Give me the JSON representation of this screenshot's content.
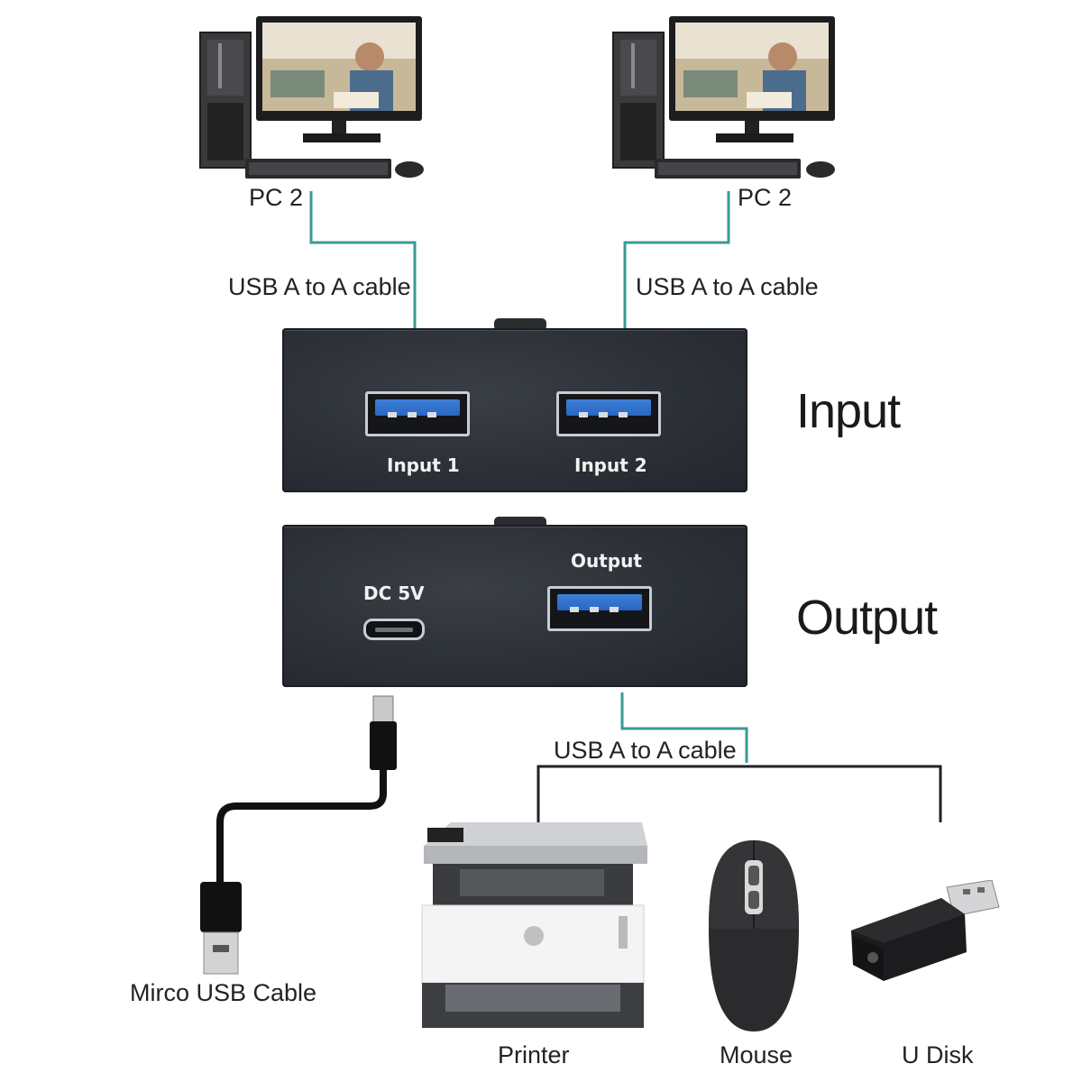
{
  "pcs": [
    {
      "label": "PC 2"
    },
    {
      "label": "PC 2"
    }
  ],
  "cables": {
    "left_input": "USB A to A cable",
    "right_input": "USB A to A cable",
    "output": "USB A to A cable",
    "micro": "Mirco USB Cable"
  },
  "input_box": {
    "heading": "Input",
    "ports": [
      {
        "label": "Input 1"
      },
      {
        "label": "Input 2"
      }
    ]
  },
  "output_box": {
    "heading": "Output",
    "dc_label": "DC 5V",
    "port_label": "Output"
  },
  "devices": [
    {
      "label": "Printer"
    },
    {
      "label": "Mouse"
    },
    {
      "label": "U Disk"
    }
  ],
  "colors": {
    "connector_line": "#3a9a94",
    "device_line": "#222222",
    "usb_blue": "#2a66c2",
    "box_body": "#2c3037"
  }
}
